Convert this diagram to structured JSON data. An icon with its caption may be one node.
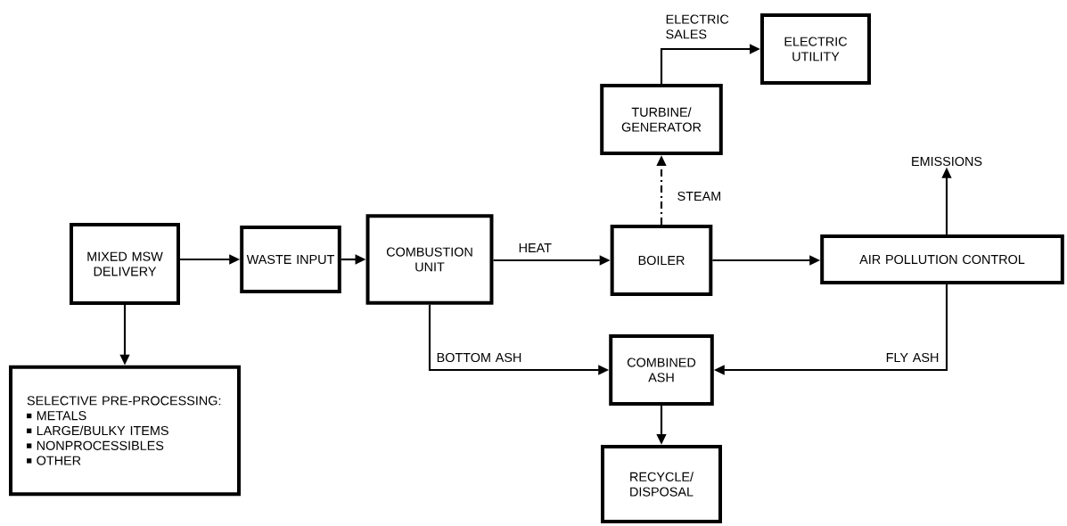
{
  "diagram": {
    "nodes": [
      {
        "text": [
          "MIXED MSW DELIVERY"
        ]
      },
      {
        "text": [
          "WASTE INPUT"
        ]
      },
      {
        "text": [
          "COMBUSTION UNIT"
        ]
      },
      {
        "text": [
          "BOILER"
        ]
      },
      {
        "text": [
          "AIR POLLUTION CONTROL"
        ]
      },
      {
        "text": [
          "TURBINE/ GENERATOR"
        ]
      },
      {
        "text": [
          "ELECTRIC UTILITY"
        ]
      },
      {
        "text": [
          "SELECTIVE PRE-PROCESSING:",
          "METALS",
          "LARGE/BULKY ITEMS",
          "NONPROCESSIBLES",
          "OTHER"
        ]
      },
      {
        "text": [
          "COMBINED ASH"
        ]
      },
      {
        "text": [
          "RECYCLE/ DISPOSAL"
        ]
      },
      {
        "text": [
          "EMISSIONS"
        ]
      }
    ],
    "edges": [
      {
        "from": 0,
        "to": 1,
        "arrow": "to"
      },
      {
        "from": 1,
        "to": 2,
        "arrow": "to"
      },
      {
        "from": 2,
        "to": 3,
        "arrow": "to",
        "label": "HEAT"
      },
      {
        "from": 3,
        "to": 5,
        "arrow": "to",
        "label": "STEAM",
        "style": "dashed"
      },
      {
        "from": 5,
        "to": 6,
        "arrow": "to",
        "label": "ELECTRIC SALES"
      },
      {
        "from": 3,
        "to": 4,
        "arrow": "to"
      },
      {
        "from": 4,
        "to": 10,
        "arrow": "to"
      },
      {
        "from": 0,
        "to": 7,
        "arrow": "to"
      },
      {
        "from": 2,
        "to": 8,
        "arrow": "to",
        "label": "BOTTOM ASH"
      },
      {
        "from": 4,
        "to": 8,
        "arrow": "to",
        "label": "FLY ASH"
      },
      {
        "from": 8,
        "to": 9,
        "arrow": "to"
      }
    ]
  }
}
